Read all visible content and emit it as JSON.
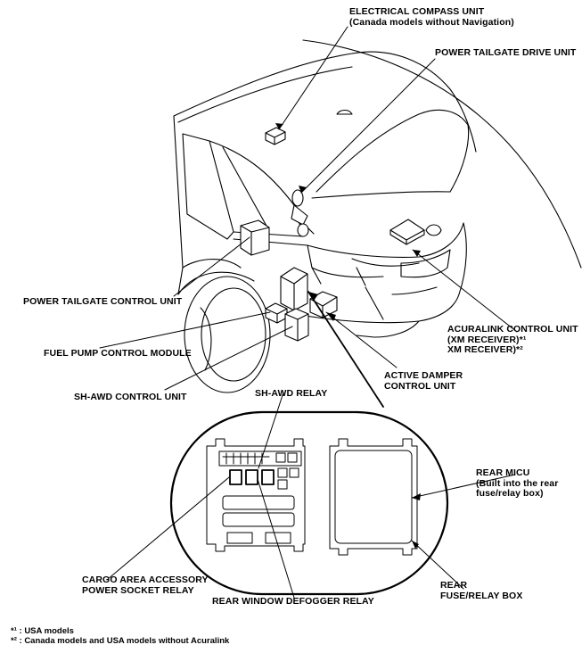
{
  "labels": {
    "compass": [
      "ELECTRICAL COMPASS UNIT",
      "(Canada models without Navigation)"
    ],
    "tailgate_drive": "POWER TAILGATE DRIVE UNIT",
    "tailgate_control": "POWER TAILGATE CONTROL UNIT",
    "fuel_pump": "FUEL PUMP CONTROL MODULE",
    "shawd_control": "SH-AWD CONTROL UNIT",
    "shawd_relay": "SH-AWD RELAY",
    "acuralink": [
      "ACURALINK CONTROL UNIT",
      "(XM RECEIVER)*¹",
      "XM RECEIVER)*²"
    ],
    "active_damper": [
      "ACTIVE DAMPER",
      "CONTROL UNIT"
    ],
    "rear_micu": [
      "REAR MICU",
      "(Built into the rear",
      "fuse/relay box)"
    ],
    "cargo_relay": [
      "CARGO AREA ACCESSORY",
      "POWER SOCKET RELAY"
    ],
    "rear_fuse_box": [
      "REAR",
      "FUSE/RELAY BOX"
    ],
    "defogger_relay": "REAR WINDOW DEFOGGER RELAY"
  },
  "footnotes": [
    {
      "mark": "*¹",
      "text": ": USA models"
    },
    {
      "mark": "*²",
      "text": ": Canada models and USA models without Acuralink"
    }
  ]
}
